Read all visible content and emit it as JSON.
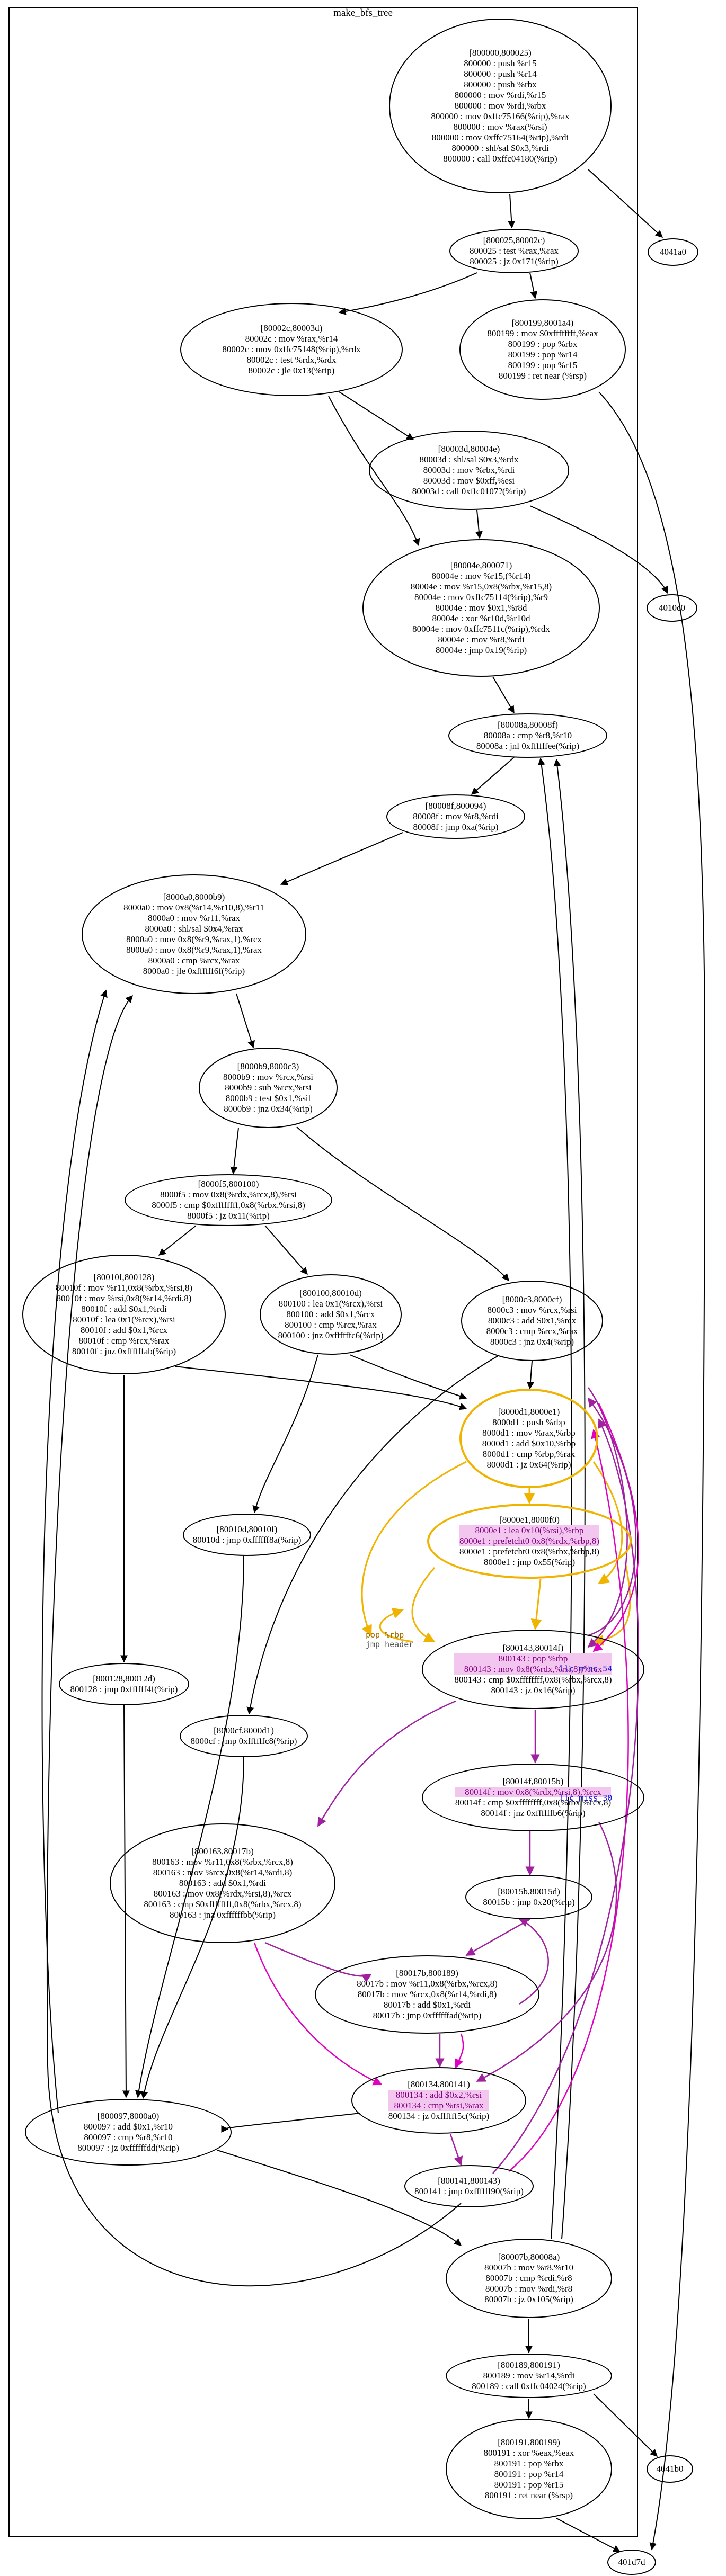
{
  "graph": {
    "title": "make_bfs_tree",
    "nodes": [
      {
        "id": "n80000",
        "lines": [
          "[800000,800025)",
          "800000 : push %r15",
          "800000 : push %r14",
          "800000 : push %rbx",
          "800000 : mov %rdi,%r15",
          "800000 : mov %rdi,%rbx",
          "800000 : mov 0xffc75166(%rip),%rax",
          "800000 : mov %rax(%rsi)",
          "800000 : mov 0xffc75164(%rip),%rdi",
          "800000 : shl/sal $0x3,%rdi",
          "800000 : call 0xffc04180(%rip)"
        ]
      },
      {
        "id": "n4041a0",
        "lines": [
          "4041a0"
        ]
      },
      {
        "id": "n80025",
        "lines": [
          "[800025,80002c)",
          "800025 : test %rax,%rax",
          "800025 : jz 0x171(%rip)"
        ]
      },
      {
        "id": "n8002c",
        "lines": [
          "[80002c,80003d)",
          "80002c : mov %rax,%r14",
          "80002c : mov 0xffc75148(%rip),%rdx",
          "80002c : test %rdx,%rdx",
          "80002c : jle 0x13(%rip)"
        ]
      },
      {
        "id": "n80199",
        "lines": [
          "[800199,8001a4)",
          "800199 : mov $0xffffffff,%eax",
          "800199 : pop %rbx",
          "800199 : pop %r14",
          "800199 : pop %r15",
          "800199 : ret near (%rsp)"
        ]
      },
      {
        "id": "n8003d",
        "lines": [
          "[80003d,80004e)",
          "80003d : shl/sal $0x3,%rdx",
          "80003d : mov %rbx,%rdi",
          "80003d : mov $0xff,%esi",
          "80003d : call 0xffc0107?(%rip)"
        ]
      },
      {
        "id": "n4010c0",
        "lines": [
          "4010c0"
        ]
      },
      {
        "id": "n8004e",
        "lines": [
          "[80004e,800071)",
          "80004e : mov %r15,(%r14)",
          "80004e : mov %r15,0x8(%rbx,%r15,8)",
          "80004e : mov 0xffc75114(%rip),%r9",
          "80004e : mov $0x1,%r8d",
          "80004e : xor %r10d,%r10d",
          "80004e : mov 0xffc7511c(%rip),%rdx",
          "80004e : mov %r8,%rdi",
          "80004e : jmp 0x19(%rip)"
        ]
      },
      {
        "id": "n8008a",
        "lines": [
          "[80008a,80008f)",
          "80008a : cmp %r8,%r10",
          "80008a : jnl 0xffffffee(%rip)"
        ]
      },
      {
        "id": "n8008f",
        "lines": [
          "[80008f,800094)",
          "80008f : mov %r8,%rdi",
          "80008f : jmp 0xa(%rip)"
        ]
      },
      {
        "id": "n800a0",
        "lines": [
          "[8000a0,8000b9)",
          "8000a0 : mov 0x8(%r14,%r10,8),%r11",
          "8000a0 : mov %r11,%rax",
          "8000a0 : shl/sal $0x4,%rax",
          "8000a0 : mov 0x8(%r9,%rax,1),%rcx",
          "8000a0 : mov 0x8(%r9,%rax,1),%rax",
          "8000a0 : cmp %rcx,%rax",
          "8000a0 : jle 0xffffff6f(%rip)"
        ]
      },
      {
        "id": "n800b9",
        "lines": [
          "[8000b9,8000c3)",
          "8000b9 : mov %rcx,%rsi",
          "8000b9 : sub %rcx,%rsi",
          "8000b9 : test $0x1,%sil",
          "8000b9 : jnz 0x34(%rip)"
        ]
      },
      {
        "id": "n800f5",
        "lines": [
          "[8000f5,800100)",
          "8000f5 : mov 0x8(%rdx,%rcx,8),%rsi",
          "8000f5 : cmp $0xffffffff,0x8(%rbx,%rsi,8)",
          "8000f5 : jz 0x11(%rip)"
        ]
      },
      {
        "id": "n8010f",
        "lines": [
          "[80010f,800128)",
          "80010f : mov %r11,0x8(%rbx,%rsi,8)",
          "80010f : mov %rsi,0x8(%r14,%rdi,8)",
          "80010f : add $0x1,%rdi",
          "80010f : lea 0x1(%rcx),%rsi",
          "80010f : add $0x1,%rcx",
          "80010f : cmp %rcx,%rax",
          "80010f : jnz 0xffffffab(%rip)"
        ]
      },
      {
        "id": "n80100",
        "lines": [
          "[800100,80010d)",
          "800100 : lea 0x1(%rcx),%rsi",
          "800100 : add $0x1,%rcx",
          "800100 : cmp %rcx,%rax",
          "800100 : jnz 0xffffffc6(%rip)"
        ]
      },
      {
        "id": "n800c3",
        "lines": [
          "[8000c3,8000cf)",
          "8000c3 : mov %rcx,%rsi",
          "8000c3 : add $0x1,%rcx",
          "8000c3 : cmp %rcx,%rax",
          "8000c3 : jnz 0x4(%rip)"
        ]
      },
      {
        "id": "n800d1",
        "lines": [
          "[8000d1,8000e1)",
          "8000d1 : push %rbp",
          "8000d1 : mov %rax,%rbp",
          "8000d1 : add $0x10,%rbp",
          "8000d1 : cmp %rbp,%rax",
          "8000d1 : jz 0x64(%rip)"
        ]
      },
      {
        "id": "n8010d",
        "lines": [
          "[80010d,80010f)",
          "80010d : jmp 0xffffff8a(%rip)"
        ]
      },
      {
        "id": "n800e1",
        "lines": [
          "[8000e1,8000f0)",
          "8000e1 : lea 0x10(%rsi),%rbp",
          "8000e1 : prefetcht0 0x8(%rdx,%rbp,8)",
          "8000e1 : prefetcht0 0x8(%rbx,%rbp,8)",
          "8000e1 : jmp 0x55(%rip)"
        ],
        "hl": [
          1,
          2
        ],
        "hlcls": "hl-purple hl-pink"
      },
      {
        "id": "n80128",
        "lines": [
          "[800128,80012d)",
          "800128 : jmp 0xffffff4f(%rip)"
        ]
      },
      {
        "id": "n80143",
        "lines": [
          "[800143,80014f)",
          "800143 : pop %rbp",
          "800143 : mov 0x8(%rdx,%rsi,8),%rcx",
          "800143 : cmp $0xffffffff,0x8(%rbx,%rcx,8)",
          "800143 : jz 0x16(%rip)"
        ],
        "hl": [
          1,
          2
        ],
        "hlcls": "hl-purple hl-pink"
      },
      {
        "id": "n800cf",
        "lines": [
          "[8000cf,8000d1)",
          "8000cf : jmp 0xffffffc8(%rip)"
        ]
      },
      {
        "id": "n8014f",
        "lines": [
          "[80014f,80015b)",
          "80014f : mov 0x8(%rdx,%rsi,8),%rcx",
          "80014f : cmp $0xffffffff,0x8(%rbx,%rcx,8)",
          "80014f : jnz 0xffffffb6(%rip)"
        ],
        "hl": [
          1
        ],
        "hlcls": "hl-purple hl-pink"
      },
      {
        "id": "n80163",
        "lines": [
          "[800163,80017b)",
          "800163 : mov %r11,0x8(%rbx,%rcx,8)",
          "800163 : mov %rcx,0x8(%r14,%rdi,8)",
          "800163 : add $0x1,%rdi",
          "800163 : mov 0x8(%rdx,%rsi,8),%rcx",
          "800163 : cmp $0xffffffff,0x8(%rbx,%rcx,8)",
          "800163 : jnz 0xffffffbb(%rip)"
        ]
      },
      {
        "id": "n8015b",
        "lines": [
          "[80015b,80015d)",
          "80015b : jmp 0x20(%rip)"
        ]
      },
      {
        "id": "n8017b",
        "lines": [
          "[80017b,800189)",
          "80017b : mov %r11,0x8(%rbx,%rcx,8)",
          "80017b : mov %rcx,0x8(%r14,%rdi,8)",
          "80017b : add $0x1,%rdi",
          "80017b : jmp 0xffffffad(%rip)"
        ]
      },
      {
        "id": "n80134",
        "lines": [
          "[800134,800141)",
          "800134 : add $0x2,%rsi",
          "800134 : cmp %rsi,%rax",
          "800134 : jz 0xffffff5c(%rip)"
        ],
        "hl": [
          1,
          2
        ],
        "hlcls": "hl-purple hl-pink"
      },
      {
        "id": "n80097",
        "lines": [
          "[800097,8000a0)",
          "800097 : add $0x1,%r10",
          "800097 : cmp %r8,%r10",
          "800097 : jz 0xffffffdd(%rip)"
        ]
      },
      {
        "id": "n80141",
        "lines": [
          "[800141,800143)",
          "800141 : jmp 0xffffff90(%rip)"
        ]
      },
      {
        "id": "n8007b",
        "lines": [
          "[80007b,80008a)",
          "80007b : mov %r8,%r10",
          "80007b : cmp %rdi,%r8",
          "80007b : mov %rdi,%r8",
          "80007b : jz 0x105(%rip)"
        ]
      },
      {
        "id": "n80189",
        "lines": [
          "[800189,800191)",
          "800189 : mov %r14,%rdi",
          "800189 : call 0xffc04024(%rip)"
        ]
      },
      {
        "id": "n4041b0",
        "lines": [
          "4041b0"
        ]
      },
      {
        "id": "n80191",
        "lines": [
          "[800191,800199)",
          "800191 : xor %eax,%eax",
          "800191 : pop %rbx",
          "800191 : pop %r14",
          "800191 : pop %r15",
          "800191 : ret near (%rsp)"
        ]
      },
      {
        "id": "n401d7d",
        "lines": [
          "401d7d"
        ]
      }
    ],
    "edge_labels": {
      "pop_rbp": "pop %rbp",
      "jmp_header": "jmp header",
      "llc_miss_1": "llc miss 54",
      "llc_miss_2": "llc miss 30"
    },
    "colors": {
      "highlight_node": "#f0b400",
      "edge_gold": "#f0b400",
      "edge_purple": "#a020a0",
      "edge_magenta": "#e000c0",
      "edge_black": "#000000",
      "hl_bg": "#f3c6ef"
    }
  }
}
